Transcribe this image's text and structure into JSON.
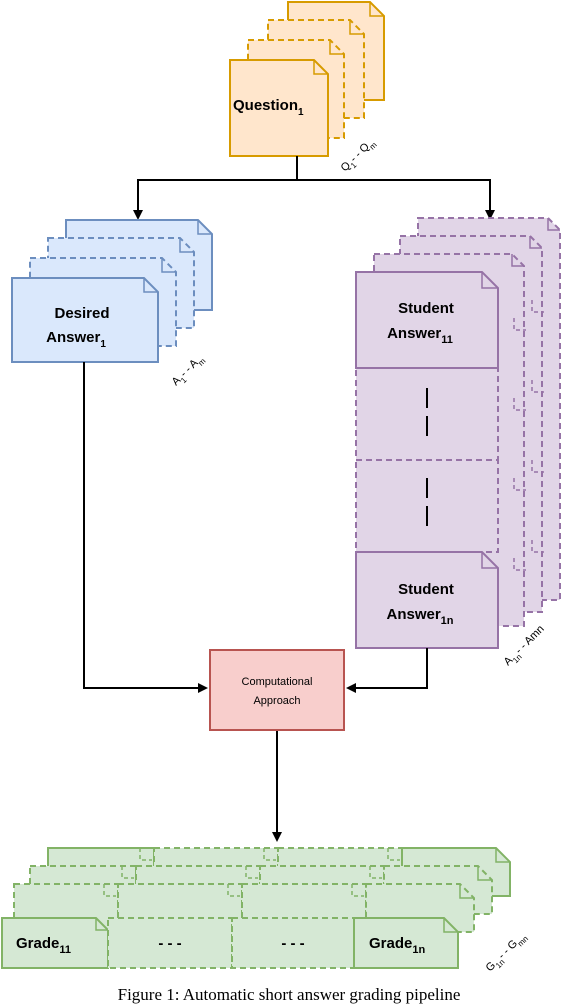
{
  "colors": {
    "question_fill": "#ffe6cc",
    "question_stroke": "#d79b00",
    "desired_fill": "#dae8fc",
    "desired_stroke": "#6c8ebf",
    "student_fill": "#e1d5e7",
    "student_stroke": "#9673a6",
    "approach_fill": "#f8cecc",
    "approach_stroke": "#b85450",
    "grade_fill": "#d5e8d4",
    "grade_stroke": "#82b366"
  },
  "question": {
    "label": "Question",
    "sub": "1",
    "range": [
      "Q",
      "1",
      "- - Q",
      "m"
    ]
  },
  "desired": {
    "line1": "Desired",
    "line2": "Answer",
    "sub": "1",
    "range": [
      "A",
      "1",
      "- - A",
      "m"
    ]
  },
  "student_top": {
    "line1": "Student",
    "line2": "Answer",
    "sub": "11"
  },
  "student_bottom": {
    "line1": "Student",
    "line2": "Answer",
    "sub": "1n"
  },
  "student_range": [
    "A",
    "1n",
    "- - Amn"
  ],
  "approach": {
    "line1": "Computational",
    "line2": "Approach"
  },
  "grades": {
    "first": {
      "label": "Grade",
      "sub": "11"
    },
    "mid1": "- - -",
    "mid2": "- - -",
    "last": {
      "label": "Grade",
      "sub": "1n"
    },
    "range": [
      "G",
      "1n",
      "- - G",
      "mn"
    ]
  },
  "caption": "Figure 1: Automatic short answer grading pipeline"
}
